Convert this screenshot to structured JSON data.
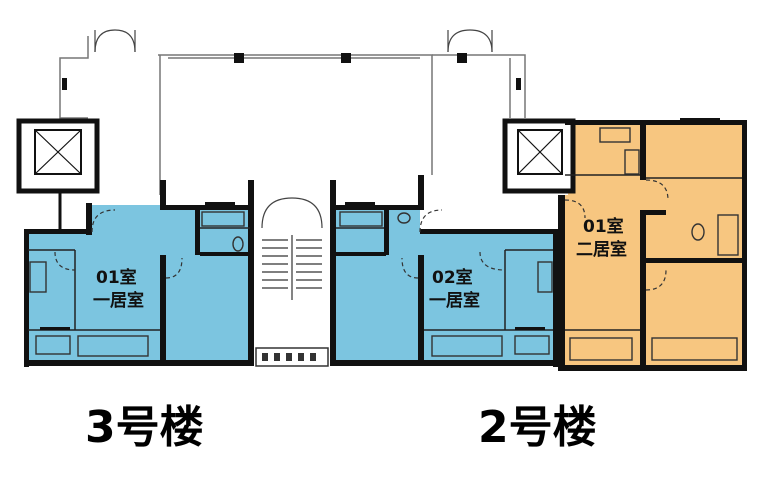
{
  "units": [
    {
      "id": "3-01",
      "room": "01室",
      "type": "一居室"
    },
    {
      "id": "3-02",
      "room": "02室",
      "type": "一居室"
    },
    {
      "id": "2-01",
      "room": "01室",
      "type": "二居室"
    }
  ],
  "buildings": [
    {
      "label": "3号楼"
    },
    {
      "label": "2号楼"
    }
  ],
  "colors": {
    "unit_blue": "#7cc5e0",
    "unit_orange": "#f7c680",
    "wall": "#111111"
  }
}
